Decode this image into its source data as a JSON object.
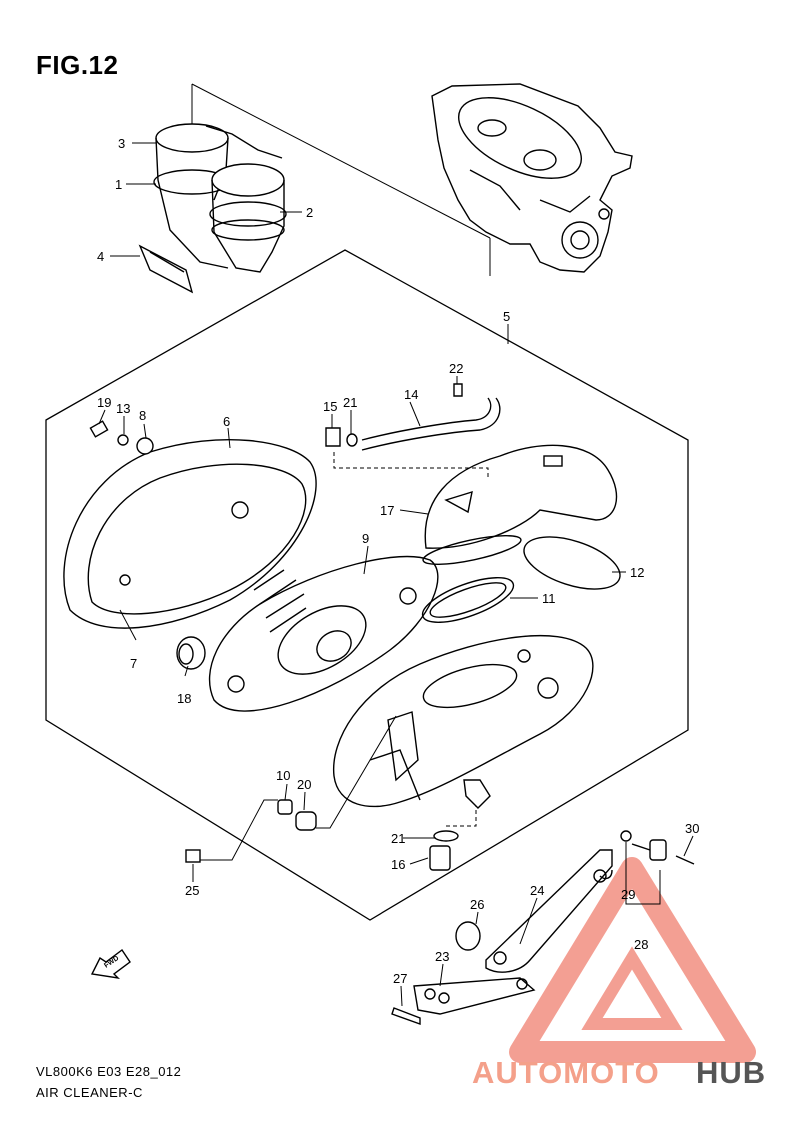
{
  "figure": {
    "title": "FIG.12",
    "model_code": "VL800K6 E03 E28_012",
    "section_name": "AIR CLEANER-C"
  },
  "direction_marker": {
    "label": "FWD"
  },
  "watermark": {
    "text_light": "AUTOMOTO",
    "text_dark": "HUB",
    "color_light": "#f4a08a",
    "color_dark": "#555555",
    "triangle_color": "#f08070"
  },
  "callouts": [
    {
      "id": "c1",
      "label": "1"
    },
    {
      "id": "c2",
      "label": "2"
    },
    {
      "id": "c3",
      "label": "3"
    },
    {
      "id": "c4",
      "label": "4"
    },
    {
      "id": "c5",
      "label": "5"
    },
    {
      "id": "c6",
      "label": "6"
    },
    {
      "id": "c7",
      "label": "7"
    },
    {
      "id": "c8",
      "label": "8"
    },
    {
      "id": "c9",
      "label": "9"
    },
    {
      "id": "c10",
      "label": "10"
    },
    {
      "id": "c11",
      "label": "11"
    },
    {
      "id": "c12",
      "label": "12"
    },
    {
      "id": "c13",
      "label": "13"
    },
    {
      "id": "c14",
      "label": "14"
    },
    {
      "id": "c15",
      "label": "15"
    },
    {
      "id": "c16",
      "label": "16"
    },
    {
      "id": "c17",
      "label": "17"
    },
    {
      "id": "c18",
      "label": "18"
    },
    {
      "id": "c19",
      "label": "19"
    },
    {
      "id": "c20",
      "label": "20"
    },
    {
      "id": "c21a",
      "label": "21"
    },
    {
      "id": "c21b",
      "label": "21"
    },
    {
      "id": "c22",
      "label": "22"
    },
    {
      "id": "c23",
      "label": "23"
    },
    {
      "id": "c24",
      "label": "24"
    },
    {
      "id": "c25",
      "label": "25"
    },
    {
      "id": "c26",
      "label": "26"
    },
    {
      "id": "c27",
      "label": "27"
    },
    {
      "id": "c28",
      "label": "28"
    },
    {
      "id": "c29",
      "label": "29"
    },
    {
      "id": "c30",
      "label": "30"
    }
  ]
}
